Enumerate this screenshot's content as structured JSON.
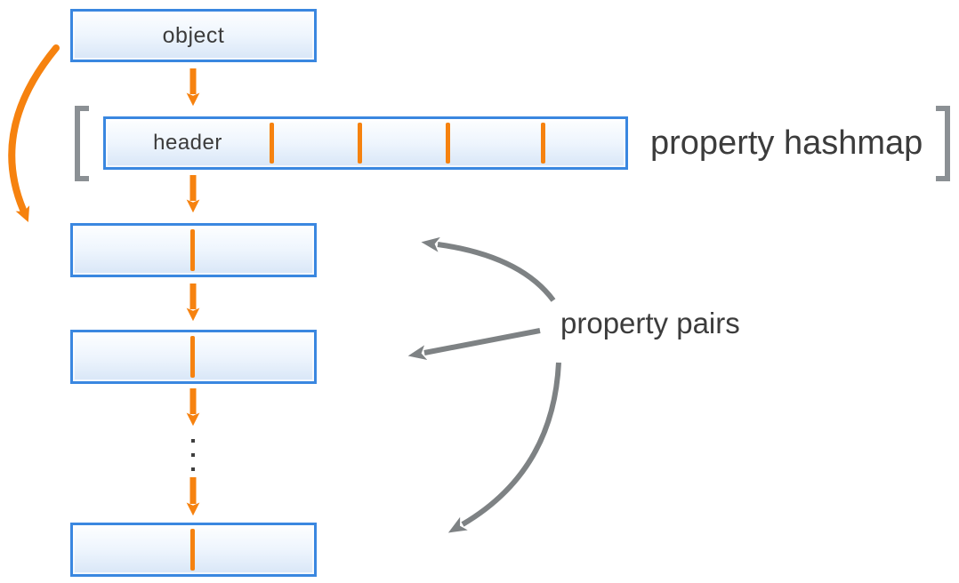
{
  "diagram": {
    "object_box": {
      "label": "object"
    },
    "hashmap_row": {
      "header_label": "header",
      "caption": "property hashmap",
      "slots": 5,
      "slot_dividers": 4
    },
    "pair_chain": {
      "caption": "property pairs",
      "visible_pair_boxes": 3,
      "ellipsis_dots": 3
    },
    "colors": {
      "accent_orange": "#F6820F",
      "box_border_blue": "#3A87E0",
      "box_fill_top": "#FDFEFF",
      "box_fill_bottom": "#D8E6F7",
      "arrow_gray": "#7E8284",
      "bracket_gray": "#8B9094",
      "text": "#3C3C3C"
    }
  }
}
